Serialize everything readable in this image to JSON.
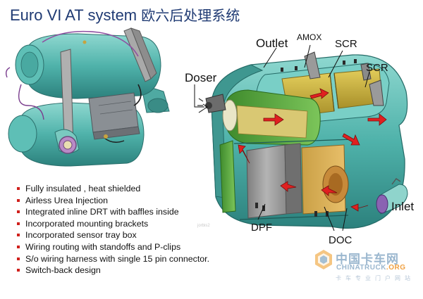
{
  "title": {
    "en": "Euro VI AT system",
    "cn": "欧六后处理系统"
  },
  "labels": {
    "outlet": "Outlet",
    "amox": "AMOX",
    "scr_top": "SCR",
    "scr_right": "SCR",
    "doser": "Doser",
    "inlet": "Inlet",
    "dpf": "DPF",
    "doc": "DOC"
  },
  "features": [
    "Fully insulated , heat shielded",
    "Airless Urea Injection",
    "Integrated inline DRT with baffles inside",
    "Incorporated mounting brackets",
    "Incorporated sensor tray box",
    "Wiring routing with standoffs and P-clips",
    "S/o  wiring harness with single 15 pin connector.",
    "Switch-back design"
  ],
  "watermark": {
    "cn": "中国卡车网",
    "en_main": "CHINATRUCK",
    "en_domain": ".ORG",
    "sub": "卡车专业门户网站"
  },
  "stamp_text": "jorbis2",
  "colors": {
    "title": "#1f3a73",
    "teal_body": "#5bbcb4",
    "teal_dark": "#2f8a86",
    "dpf_grey": "#9a9a9a",
    "doc_orange": "#d9a24a",
    "scr_yellow": "#c9b23a",
    "green_inner": "#5ca83c",
    "flow_arrow": "#e02020",
    "bullet": "#d0201c"
  }
}
